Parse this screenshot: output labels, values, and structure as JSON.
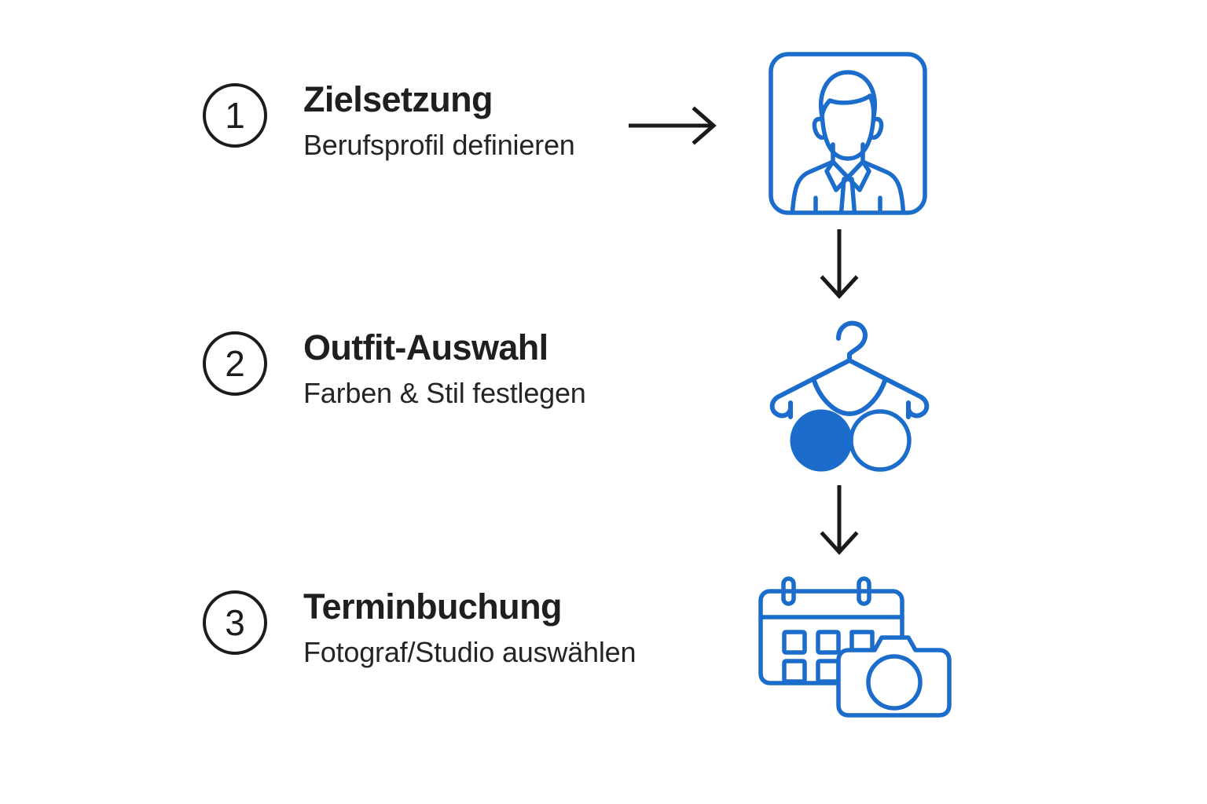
{
  "meta": {
    "background_color": "#ffffff",
    "accent_color": "#1b6ccb",
    "text_color": "#1c1c1c",
    "arrow_color": "#1a1a1a"
  },
  "steps": [
    {
      "number": "1",
      "title": "Zielsetzung",
      "subtitle": "Berufsprofil definieren",
      "icon": "business-portrait-icon"
    },
    {
      "number": "2",
      "title": "Outfit-Auswahl",
      "subtitle": "Farben & Stil festlegen",
      "icon": "clothes-hanger-color-swatch-icon"
    },
    {
      "number": "3",
      "title": "Terminbuchung",
      "subtitle": "Fotograf/Studio auswählen",
      "icon": "calendar-camera-icon"
    }
  ],
  "connectors": [
    {
      "name": "arrow-right-step-1",
      "direction": "right"
    },
    {
      "name": "arrow-down-step-1-to-2",
      "direction": "down"
    },
    {
      "name": "arrow-down-step-2-to-3",
      "direction": "down"
    }
  ],
  "swatches": [
    {
      "name": "swatch-filled",
      "fill": "#1b6ccb"
    },
    {
      "name": "swatch-outline",
      "fill": "#ffffff"
    }
  ]
}
